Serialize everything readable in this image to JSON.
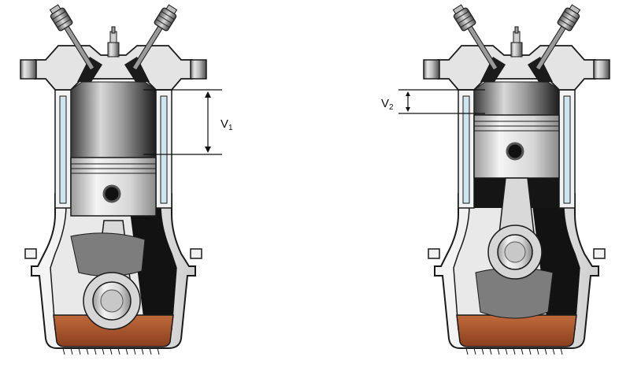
{
  "engines": [
    {
      "id": "bdc",
      "volume_label": {
        "main": "V",
        "sub": "1"
      }
    },
    {
      "id": "tdc",
      "volume_label": {
        "main": "V",
        "sub": "2"
      }
    }
  ],
  "colors": {
    "background": "#ffffff",
    "outline": "#1a1a1a",
    "casing_light": "#f1f1f1",
    "casing_mid": "#c9c9c9",
    "cylinder_dark": "#111111",
    "metal_grey": "#8c8c8c",
    "piston_light": "#dcdcdc",
    "oil": "#b05a32",
    "oil_dark": "#7d3a1c",
    "water_jacket": "#cfe4ee"
  }
}
